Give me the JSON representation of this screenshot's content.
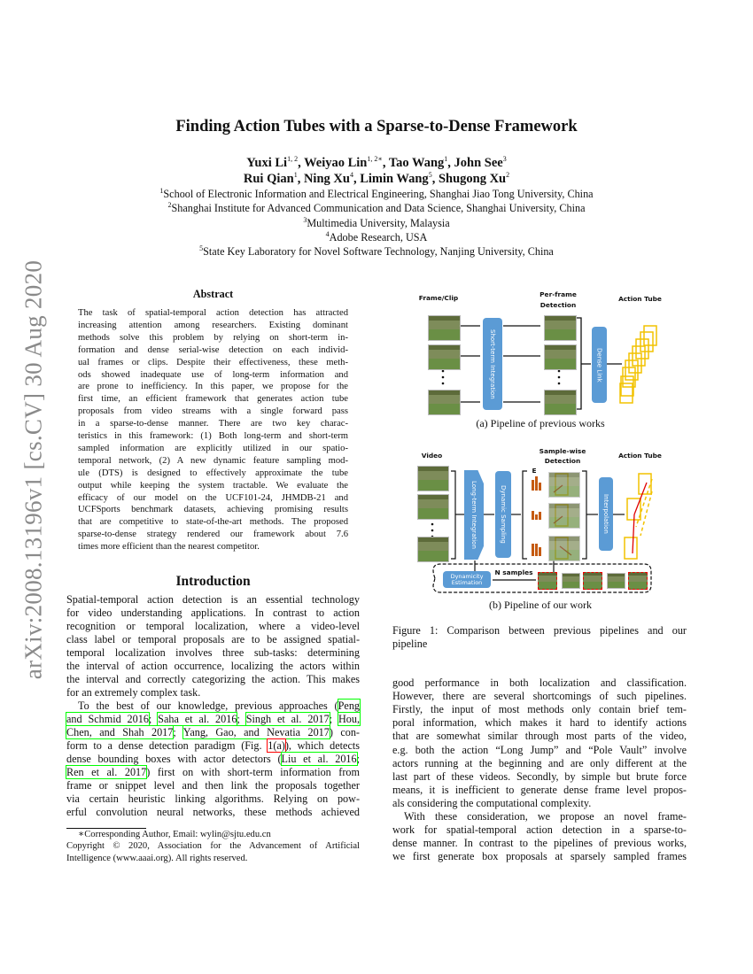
{
  "arxiv_id": "arXiv:2008.13196v1  [cs.CV]  30 Aug 2020",
  "title": "Finding Action Tubes with a Sparse-to-Dense Framework",
  "authors": {
    "line1": [
      {
        "n": "Yuxi Li",
        "s": "1, 2"
      },
      {
        "n": "Weiyao Lin",
        "s": "1, 2∗"
      },
      {
        "n": "Tao Wang",
        "s": "1"
      },
      {
        "n": "John See",
        "s": "3"
      }
    ],
    "line2": [
      {
        "n": "Rui Qian",
        "s": "1"
      },
      {
        "n": "Ning Xu",
        "s": "4"
      },
      {
        "n": "Limin Wang",
        "s": "5"
      },
      {
        "n": "Shugong Xu",
        "s": "2"
      }
    ]
  },
  "affiliations": [
    {
      "s": "1",
      "t": "School of Electronic Information and Electrical Engineering, Shanghai Jiao Tong University, China"
    },
    {
      "s": "2",
      "t": "Shanghai Institute for Advanced Communication and Data Science, Shanghai University, China"
    },
    {
      "s": "3",
      "t": "Multimedia University, Malaysia"
    },
    {
      "s": "4",
      "t": "Adobe Research, USA"
    },
    {
      "s": "5",
      "t": "State Key Laboratory for Novel Software Technology, Nanjing University, China"
    }
  ],
  "abstract": {
    "heading": "Abstract",
    "lines": [
      "The task of spatial-temporal action detection has attracted",
      "increasing attention among researchers. Existing dominant",
      "methods solve this problem by relying on short-term in-",
      "formation and dense serial-wise detection on each individ-",
      "ual frames or clips. Despite their effectiveness, these meth-",
      "ods showed inadequate use of long-term information and",
      "are prone to inefficiency. In this paper, we propose for the",
      "first time, an efficient framework that generates action tube",
      "proposals from video streams with a single forward pass",
      "in a sparse-to-dense manner. There are two key charac-",
      "teristics in this framework: (1) Both long-term and short-term",
      "sampled information are explicitly utilized in our spatio-",
      "temporal network, (2) A new dynamic feature sampling mod-",
      "ule (DTS) is designed to effectively approximate the tube",
      "output while keeping the system tractable. We evaluate the",
      "efficacy of our model on the UCF101-24, JHMDB-21 and",
      "UCFSports benchmark datasets, achieving promising results",
      "that are competitive to state-of-the-art methods. The proposed",
      "sparse-to-dense strategy rendered our framework about 7.6",
      "times more efficient than the nearest competitor."
    ]
  },
  "intro": {
    "heading": "Introduction",
    "lines": [
      [
        {
          "t": "Spatial-temporal action detection is an essential technology"
        }
      ],
      [
        {
          "t": "for video understanding applications. In contrast to action"
        }
      ],
      [
        {
          "t": "recognition or temporal localization, where a video-level"
        }
      ],
      [
        {
          "t": "class label or temporal proposals are to be assigned spatial-"
        }
      ],
      [
        {
          "t": "temporal localization involves three sub-tasks: determining"
        }
      ],
      [
        {
          "t": "the interval of action occurrence, localizing the actors within"
        }
      ],
      [
        {
          "t": "the interval and correctly categorizing the action. This makes"
        }
      ],
      [
        {
          "t": "for an extremely complex task."
        }
      ],
      [
        {
          "t": "To the best of our knowledge, previous approaches ("
        },
        {
          "t": "Peng",
          "b": "g"
        }
      ],
      [
        {
          "t": "and Schmid 2016",
          "b": "g"
        },
        {
          "t": "; "
        },
        {
          "t": "Saha et al. 2016",
          "b": "g"
        },
        {
          "t": "; "
        },
        {
          "t": "Singh et al. 2017",
          "b": "g"
        },
        {
          "t": "; "
        },
        {
          "t": "Hou,",
          "b": "g"
        }
      ],
      [
        {
          "t": "Chen, and Shah 2017",
          "b": "g"
        },
        {
          "t": "; "
        },
        {
          "t": "Yang, Gao, and Nevatia 2017",
          "b": "g"
        },
        {
          "t": ") con-"
        }
      ],
      [
        {
          "t": "form to a dense detection paradigm (Fig. "
        },
        {
          "t": "1(a)",
          "b": "r"
        },
        {
          "t": "), which detects"
        }
      ],
      [
        {
          "t": "dense bounding boxes with actor detectors ("
        },
        {
          "t": "Liu et al. 2016",
          "b": "g"
        },
        {
          "t": ";"
        }
      ],
      [
        {
          "t": "Ren et al. 2017",
          "b": "g"
        },
        {
          "t": ") first on with short-term information from"
        }
      ],
      [
        {
          "t": "frame or snippet level and then link the proposals together"
        }
      ],
      [
        {
          "t": "via certain heuristic linking algorithms. Relying on pow-"
        }
      ],
      [
        {
          "t": "erful convolution neural networks, these methods achieved"
        }
      ]
    ]
  },
  "footnote": {
    "corresponding": "∗Corresponding Author, Email: wylin@sjtu.edu.cn",
    "copyright1": "Copyright © 2020, Association for the Advancement of Artificial",
    "copyright2": "Intelligence (www.aaai.org). All rights reserved."
  },
  "right_text": [
    "good performance in both localization and classification.",
    "However, there are several shortcomings of such pipelines.",
    "Firstly, the input of most methods only contain brief tem-",
    "poral information, which makes it hard to identify actions",
    "that are somewhat similar through most parts of the video,",
    "e.g. both the action “Long Jump” and “Pole Vault” involve",
    "actors running at the beginning and are only different at the",
    "last part of these videos. Secondly, by simple but brute force",
    "means, it is inefficient to generate dense frame level propos-",
    "als considering the computational complexity.",
    "With these consideration, we propose an novel frame-",
    "work for spatial-temporal action detection in a sparse-to-",
    "dense manner. In contrast to the pipelines of previous works,",
    "we first generate box proposals at sparsely sampled frames"
  ],
  "figure": {
    "a": {
      "frame_clip": "Frame/Clip",
      "per_frame": "Per-frame",
      "detection": "Detection",
      "action_tube": "Action Tube",
      "short_term": "Short-term Integration",
      "dense_link": "Dense Link",
      "caption": "(a) Pipeline of previous works"
    },
    "b": {
      "video": "Video",
      "sample_wise": "Sample-wise",
      "detection": "Detection",
      "action_tube": "Action Tube",
      "long_term": "Long-term Integration",
      "dynamic_sampling": "Dynamic Sampling",
      "interpolation": "Interpolation",
      "e_label": "E",
      "dynamicity": "Dynamicity Estimation",
      "n_samples": "N samples",
      "caption": "(b) Pipeline of our work"
    },
    "caption1": "Figure 1: Comparison between previous pipelines and our",
    "caption2": "pipeline",
    "colors": {
      "blue": "#5b9bd5",
      "box": "#f2c200",
      "bar": "#c55a11",
      "arrow": "#e00000"
    }
  }
}
